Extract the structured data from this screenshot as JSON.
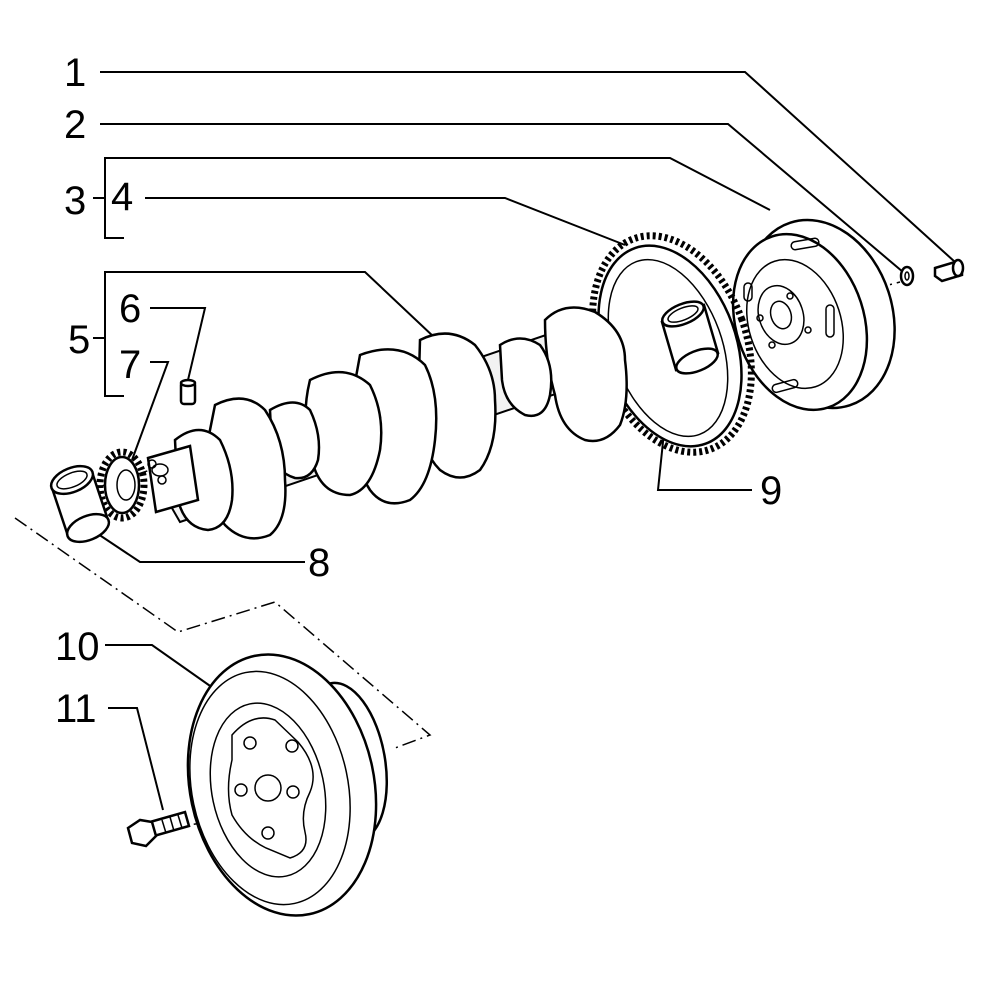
{
  "callouts": [
    {
      "id": "1",
      "text": "1"
    },
    {
      "id": "2",
      "text": "2"
    },
    {
      "id": "3",
      "text": "3"
    },
    {
      "id": "4",
      "text": "4"
    },
    {
      "id": "5",
      "text": "5"
    },
    {
      "id": "6",
      "text": "6"
    },
    {
      "id": "7",
      "text": "7"
    },
    {
      "id": "8",
      "text": "8"
    },
    {
      "id": "9",
      "text": "9"
    },
    {
      "id": "10",
      "text": "10"
    },
    {
      "id": "11",
      "text": "11"
    }
  ],
  "parts": [
    {
      "name": "screw",
      "callout": "1"
    },
    {
      "name": "washer",
      "callout": "2"
    },
    {
      "name": "flywheel",
      "callout": "3"
    },
    {
      "name": "ring-gear",
      "callout": "4"
    },
    {
      "name": "crankshaft",
      "callout": "5"
    },
    {
      "name": "dowel-pin",
      "callout": "6"
    },
    {
      "name": "timing-gear",
      "callout": "7"
    },
    {
      "name": "front-bushing",
      "callout": "8"
    },
    {
      "name": "rear-bushing",
      "callout": "9"
    },
    {
      "name": "pulley",
      "callout": "10"
    },
    {
      "name": "pulley-bolt",
      "callout": "11"
    }
  ]
}
